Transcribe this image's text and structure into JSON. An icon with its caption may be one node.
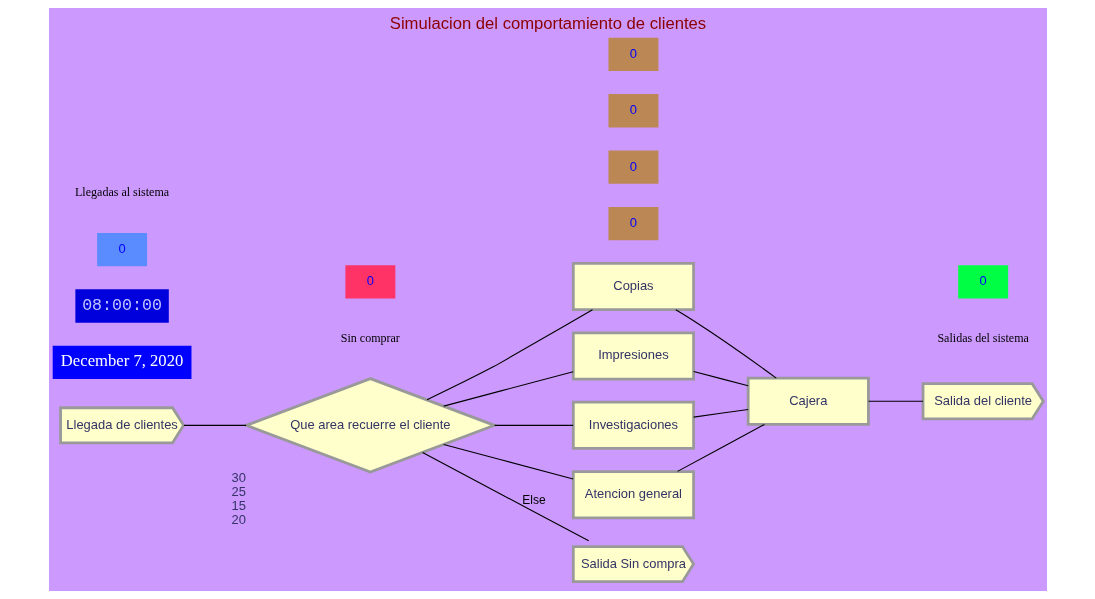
{
  "diagram": {
    "title": "Simulacion del comportamiento de clientes",
    "nodes": [
      {
        "text": [
          "Llegada de clientes"
        ]
      },
      {
        "text": [
          "Que area recuerre el cliente"
        ],
        "beside": [
          "30",
          "25",
          "15",
          "20"
        ]
      },
      {
        "text": [
          "Copias"
        ]
      },
      {
        "text": [
          "Impresiones"
        ]
      },
      {
        "text": [
          "Investigaciones"
        ]
      },
      {
        "text": [
          "Atencion general"
        ]
      },
      {
        "text": [
          "Cajera"
        ]
      },
      {
        "text": [
          "Salida del cliente"
        ]
      },
      {
        "text": [
          "Salida Sin compra"
        ]
      }
    ],
    "edges": [
      {
        "from": 0,
        "to": 1,
        "arrow": "none"
      },
      {
        "from": 1,
        "to": 2,
        "arrow": "none"
      },
      {
        "from": 1,
        "to": 3,
        "arrow": "none"
      },
      {
        "from": 1,
        "to": 4,
        "arrow": "none"
      },
      {
        "from": 1,
        "to": 5,
        "arrow": "none"
      },
      {
        "from": 1,
        "to": 8,
        "arrow": "none",
        "label": "Else"
      },
      {
        "from": 2,
        "to": 6,
        "arrow": "none"
      },
      {
        "from": 3,
        "to": 6,
        "arrow": "none"
      },
      {
        "from": 4,
        "to": 6,
        "arrow": "none"
      },
      {
        "from": 5,
        "to": 6,
        "arrow": "none"
      },
      {
        "from": 6,
        "to": 7,
        "arrow": "none"
      }
    ],
    "labels": [
      "December 7, 2020",
      "08:00:00",
      "0",
      "Llegadas al sistema",
      "0",
      "0",
      "Salidas del sistema",
      "0",
      "0",
      "Sin comprar",
      "0",
      "0"
    ]
  }
}
